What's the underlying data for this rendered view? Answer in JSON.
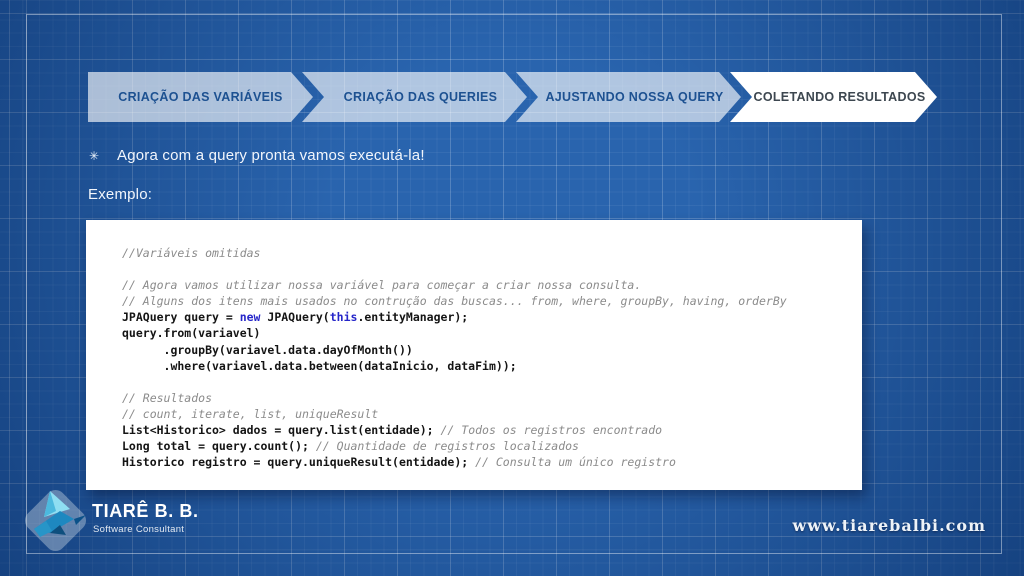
{
  "steps": [
    {
      "label": "CRIAÇÃO DAS VARIÁVEIS",
      "active": false
    },
    {
      "label": "CRIAÇÃO DAS QUERIES",
      "active": false
    },
    {
      "label": "AJUSTANDO NOSSA QUERY",
      "active": false
    },
    {
      "label": "COLETANDO RESULTADOS",
      "active": true
    }
  ],
  "bullet": {
    "icon": "✳",
    "text": "Agora com a query pronta vamos executá-la!"
  },
  "example_label": "Exemplo:",
  "code_lines": [
    [
      [
        "c",
        "//Variáveis omitidas"
      ]
    ],
    [],
    [
      [
        "c",
        "// Agora vamos utilizar nossa variável para começar a criar nossa consulta."
      ]
    ],
    [
      [
        "c",
        "// Alguns dos itens mais usados no contrução das buscas... from, where, groupBy, having, orderBy"
      ]
    ],
    [
      [
        "p",
        "JPAQuery query = "
      ],
      [
        "k",
        "new"
      ],
      [
        "p",
        " JPAQuery("
      ],
      [
        "k",
        "this"
      ],
      [
        "p",
        ".entityManager);"
      ]
    ],
    [
      [
        "p",
        "query.from(variavel)"
      ]
    ],
    [
      [
        "p",
        "      .groupBy(variavel.data.dayOfMonth())"
      ]
    ],
    [
      [
        "p",
        "      .where(variavel.data.between(dataInicio, dataFim));"
      ]
    ],
    [],
    [
      [
        "c",
        "// Resultados"
      ]
    ],
    [
      [
        "c",
        "// count, iterate, list, uniqueResult"
      ]
    ],
    [
      [
        "p",
        "List<Historico> dados = query.list(entidade); "
      ],
      [
        "c",
        "// Todos os registros encontrado"
      ]
    ],
    [
      [
        "p",
        "Long total = query.count(); "
      ],
      [
        "c",
        "// Quantidade de registros localizados"
      ]
    ],
    [
      [
        "p",
        "Historico registro = query.uniqueResult(entidade); "
      ],
      [
        "c",
        "// Consulta um único registro"
      ]
    ]
  ],
  "footer": {
    "brand": "TIARÊ B. B.",
    "brand_sub": "Software Consultant",
    "website": "www.tiarebalbi.com"
  },
  "colors": {
    "background": "#1e5caa",
    "step_bg": "rgba(255,255,255,0.63)",
    "step_text": "#1d5191",
    "active_step_bg": "#ffffff",
    "active_step_text": "#3d4750",
    "code_text": "#141414",
    "comment": "#8b8b8b",
    "keyword": "#2626c9"
  }
}
